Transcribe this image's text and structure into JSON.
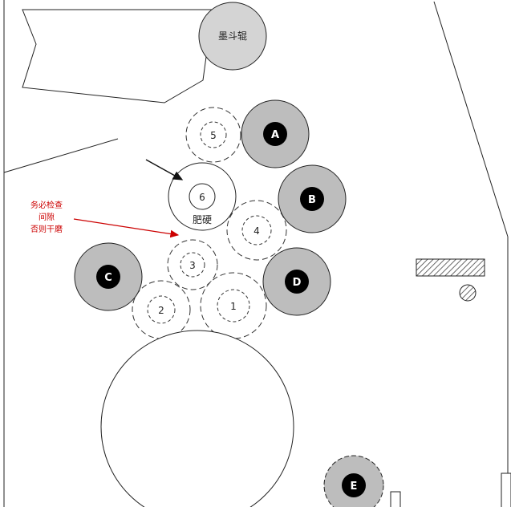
{
  "ink_fountain_roller_label": "墨斗辊",
  "dashed_rollers": [
    {
      "id": "roller-1",
      "label": "1"
    },
    {
      "id": "roller-2",
      "label": "2"
    },
    {
      "id": "roller-3",
      "label": "3"
    },
    {
      "id": "roller-4",
      "label": "4"
    },
    {
      "id": "roller-5",
      "label": "5"
    }
  ],
  "ductor_roller": {
    "number": "6",
    "caption": "肥硬"
  },
  "gray_rollers": [
    {
      "id": "roller-a",
      "label": "A"
    },
    {
      "id": "roller-b",
      "label": "B"
    },
    {
      "id": "roller-c",
      "label": "C"
    },
    {
      "id": "roller-d",
      "label": "D"
    },
    {
      "id": "roller-e",
      "label": "E"
    }
  ],
  "warning_note": [
    "务必检查",
    "间隙",
    "否则干磨"
  ],
  "colors": {
    "line": "#222222",
    "gray_roller": "#bdbdbd",
    "ink_roller": "#d4d4d4",
    "center_dot": "#000000",
    "warning": "#cc0000"
  }
}
